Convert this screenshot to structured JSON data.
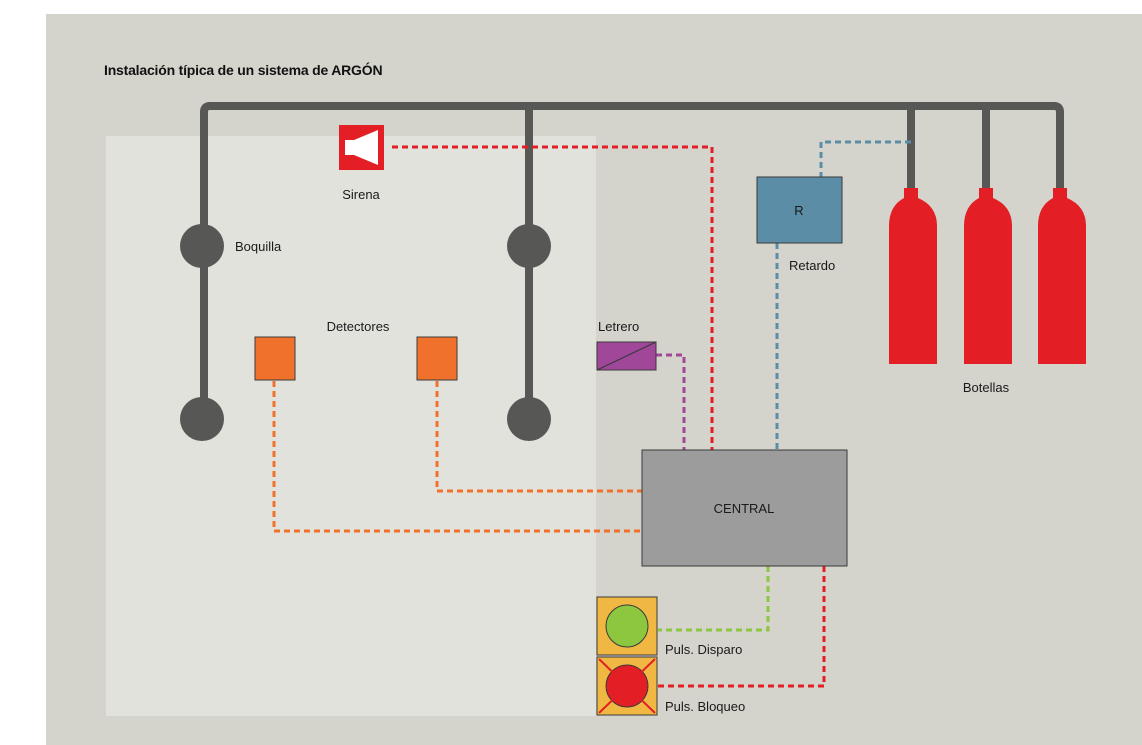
{
  "title": "Instalación típica de un sistema de ARGÓN",
  "labels": {
    "siren": "Sirena",
    "nozzle": "Boquilla",
    "detectors": "Detectores",
    "sign": "Letrero",
    "delay": "Retardo",
    "delay_box": "R",
    "bottles": "Botellas",
    "central": "CENTRAL",
    "fire_button": "Puls. Disparo",
    "block_button": "Puls. Bloqueo"
  },
  "colors": {
    "pipe": "#575756",
    "bottle": "#e31e24",
    "detector": "#f0712c",
    "siren": "#e31e24",
    "delay_box": "#5b8da6",
    "sign": "#a0479a",
    "central": "#9d9c9c",
    "button_panel": "#f0b843",
    "fire_button": "#8dc63f",
    "block_button": "#e31e24",
    "wire_siren": "#e31e24",
    "wire_detectors": "#f0712c",
    "wire_sign": "#a0479a",
    "wire_delay": "#5b8da6",
    "wire_fire": "#8dc63f",
    "wire_block": "#e31e24"
  },
  "icons": [
    "siren-icon",
    "nozzle-icon",
    "bottle-icon"
  ]
}
